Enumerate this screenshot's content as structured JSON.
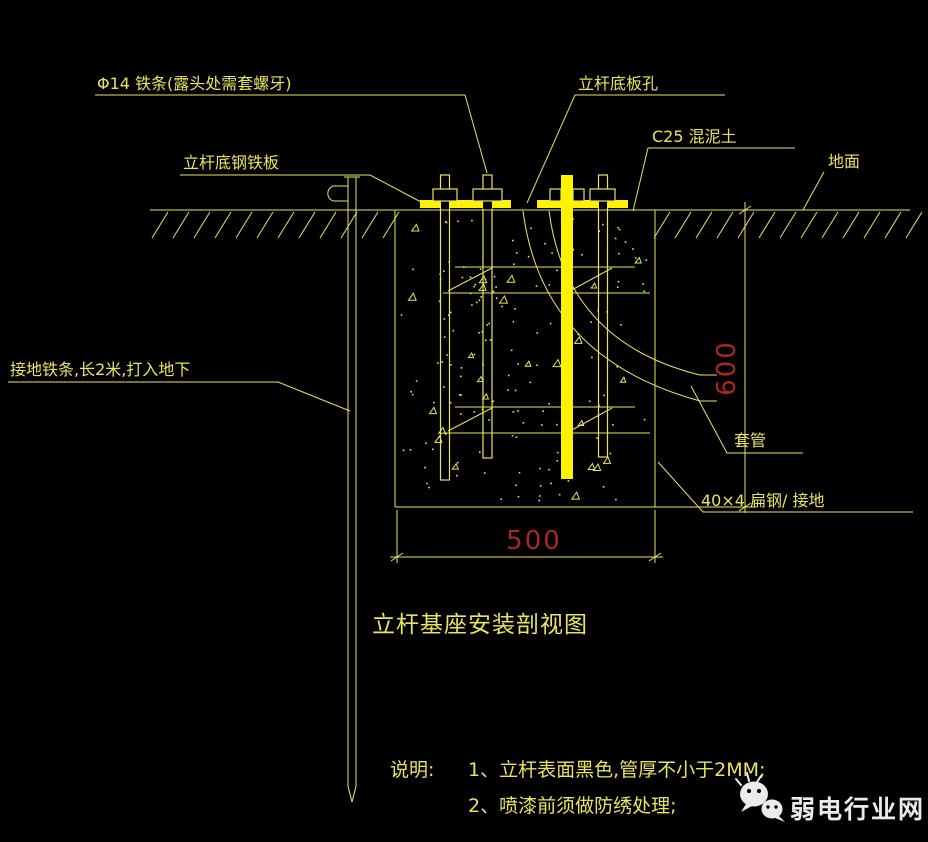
{
  "drawing": {
    "title": "立杆基座安装剖视图",
    "labels": {
      "anchor_bar": "Φ14 铁条(露头处需套螺牙)",
      "base_plate_hole": "立杆底板孔",
      "concrete": "C25 混泥土",
      "ground": "地面",
      "base_plate": "立杆底钢铁板",
      "ground_bar": "接地铁条,长2米,打入地下",
      "sleeve": "套管",
      "flat_steel": "40×4 扁钢/ 接地"
    },
    "dimensions": {
      "depth": "600",
      "width": "500"
    },
    "notes": {
      "heading": "说明:",
      "item1": "1、立杆表面黑色,管厚不小于2MM;",
      "item2": "2、喷漆前须做防绣处理;"
    },
    "colors": {
      "background": "#000000",
      "line": "#e9e45f",
      "bright": "#fff200",
      "red": "#ab2626",
      "white": "#ebebeb"
    }
  },
  "watermark": {
    "name": "弱电行业网",
    "icon": "wechat-icon"
  }
}
